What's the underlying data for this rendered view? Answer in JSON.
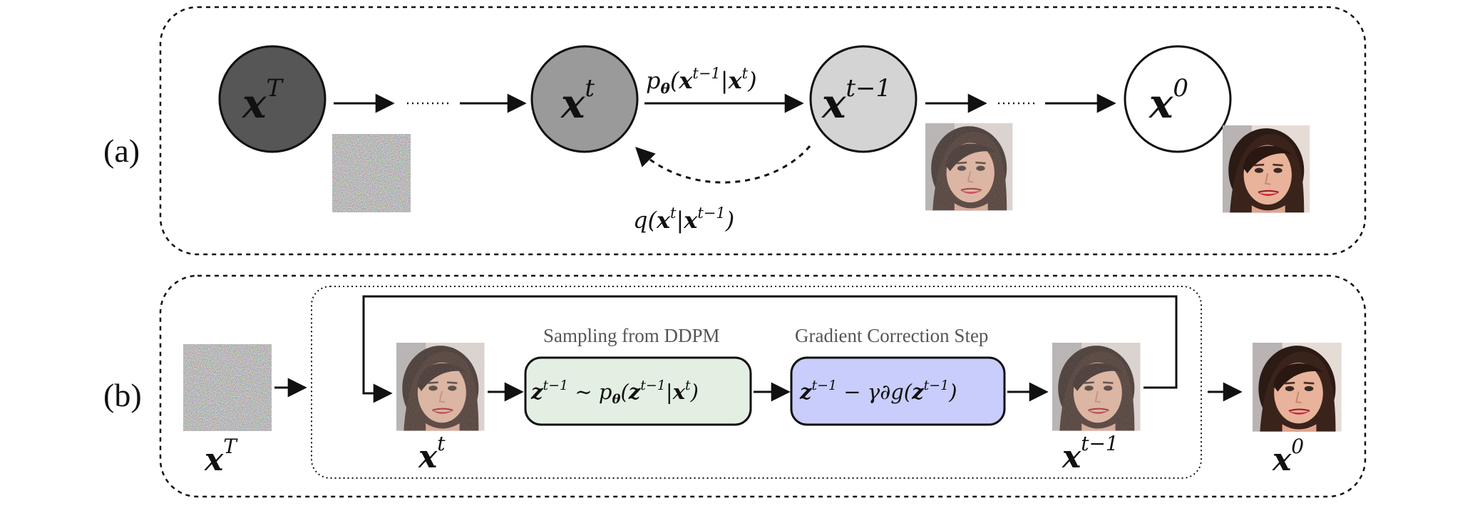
{
  "panel_a": {
    "label": "(a)",
    "nodes": [
      {
        "base": "x",
        "sup": "T"
      },
      {
        "base": "x",
        "sup": "t"
      },
      {
        "base": "x",
        "sup": "t−1"
      },
      {
        "base": "x",
        "sup": "0"
      }
    ],
    "forward_label": "pθ(xt−1|xt)",
    "reverse_label": "q(xt|xt−1)",
    "node_colors": [
      "#565656",
      "#9a9a9a",
      "#d4d4d4",
      "#ffffff"
    ]
  },
  "panel_b": {
    "label": "(b)",
    "input_label": {
      "base": "x",
      "sup": "T"
    },
    "current_label": {
      "base": "x",
      "sup": "t"
    },
    "next_label": {
      "base": "x",
      "sup": "t−1"
    },
    "output_label": {
      "base": "x",
      "sup": "0"
    },
    "sampling_caption": "Sampling from DDPM",
    "sampling_formula": "zt−1 ∼ pθ(zt−1|xt)",
    "correction_caption": "Gradient Correction Step",
    "correction_formula": "zt−1 − γ∂g(zt−1)",
    "sampling_color": "#e3efe3",
    "correction_color": "#c9cdfb"
  }
}
